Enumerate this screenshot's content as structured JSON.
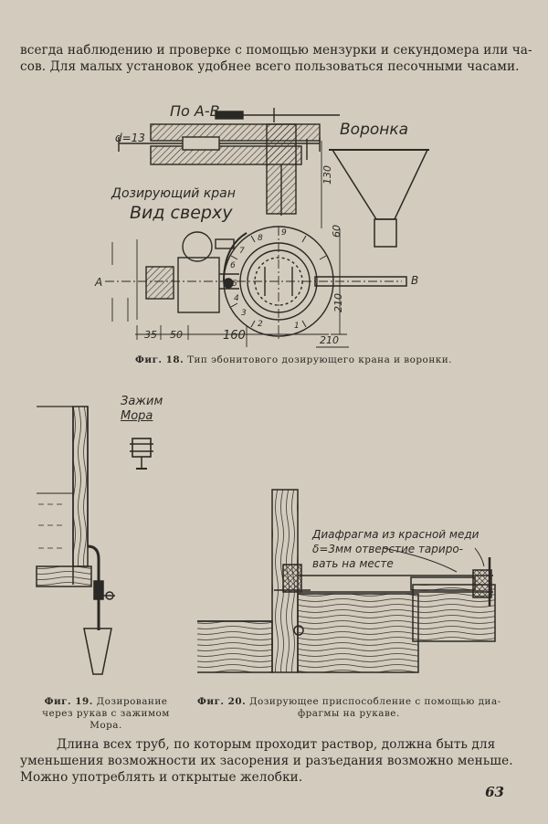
{
  "page": {
    "top_paragraph": [
      "всегда наблюдению и проверке с помощью мензурки и секундомера или ча-",
      "сов. Для малых установок удобнее всего пользоваться песочными часами."
    ],
    "bottom_paragraph": [
      "Длина всех труб, по которым проходит раствор, должна быть для",
      "уменьшения возможности их засорения и разъедания возможно меньше.",
      "Можно употреблять и открытые желобки."
    ],
    "page_number": "63"
  },
  "figure18": {
    "caption_num": "Фиг. 18.",
    "caption_text": "Тип эбонитового дозирующего крана и воронки.",
    "labels": {
      "section": "По А-В",
      "funnel": "Воронка",
      "diameter": "d=13",
      "valve_title_1": "Дозирующий кран",
      "valve_title_2": "Вид сверху",
      "dim_130": "130",
      "dim_60": "60",
      "dim_210_v": "210",
      "dim_35": "35",
      "dim_50": "50",
      "dim_160": "160",
      "dim_210_h": "210",
      "point_a": "А",
      "point_b": "В"
    },
    "dial_numbers": [
      "9",
      "8",
      "7",
      "6",
      "5",
      "4",
      "3",
      "2",
      "1"
    ]
  },
  "figure19": {
    "caption_num": "Фиг. 19.",
    "caption_text": "Дозирование через рукав с зажимом Мора.",
    "label_1": "Зажим",
    "label_2": "Мора"
  },
  "figure20": {
    "caption_num": "Фиг. 20.",
    "caption_text_1": "Дозирующее приспособление с помощью диа-",
    "caption_text_2": "фрагмы на рукаве.",
    "label_1": "Диафрагма из красной меди",
    "label_2": "δ=3мм отверстие тариро-",
    "label_3": "вать на месте"
  }
}
